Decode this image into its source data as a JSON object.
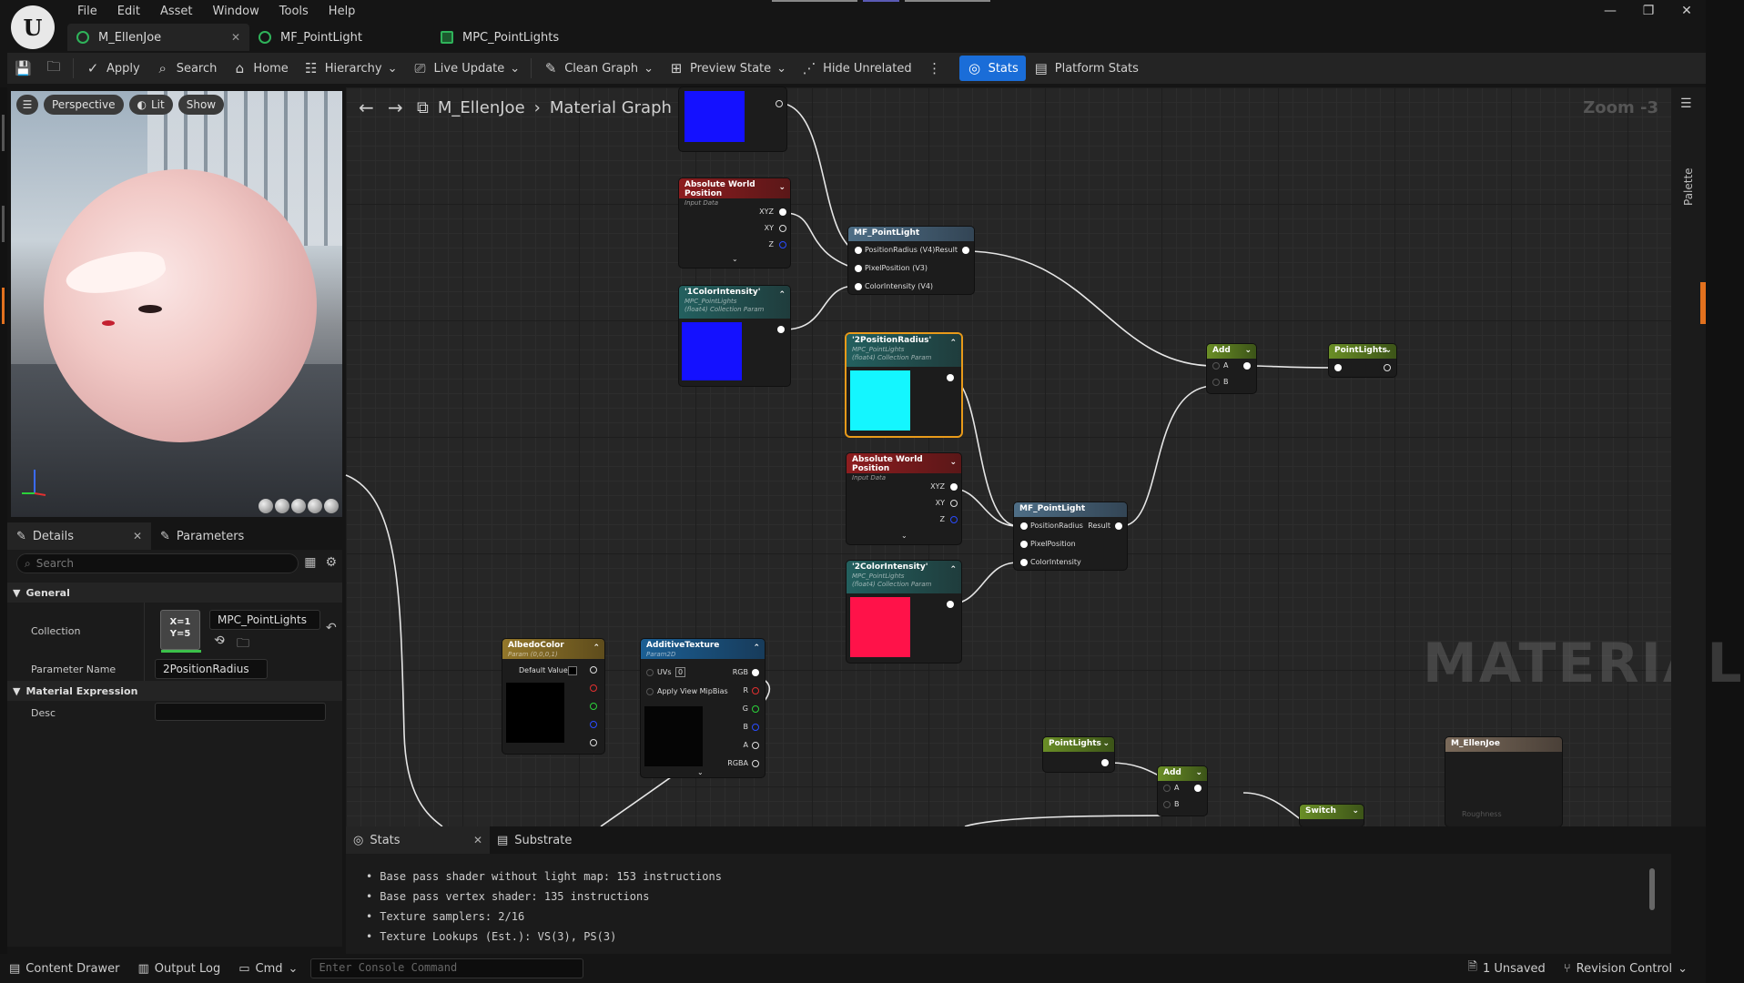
{
  "menu": [
    "File",
    "Edit",
    "Asset",
    "Window",
    "Tools",
    "Help"
  ],
  "tabs": [
    {
      "label": "M_EllenJoe",
      "active": true
    },
    {
      "label": "MF_PointLight",
      "active": false
    },
    {
      "label": "MPC_PointLights",
      "active": false
    }
  ],
  "window_controls": {
    "minimize": "—",
    "maximize": "❐",
    "close": "✕"
  },
  "toolbar": {
    "apply": "Apply",
    "search": "Search",
    "home": "Home",
    "hierarchy": "Hierarchy",
    "live_update": "Live Update",
    "clean_graph": "Clean Graph",
    "preview_state": "Preview State",
    "hide_unrelated": "Hide Unrelated",
    "stats": "Stats",
    "platform_stats": "Platform Stats"
  },
  "viewport": {
    "perspective": "Perspective",
    "lit": "Lit",
    "show": "Show"
  },
  "details": {
    "tab_details": "Details",
    "tab_parameters": "Parameters",
    "search_placeholder": "Search",
    "section_general": "General",
    "collection_label": "Collection",
    "collection_value": "MPC_PointLights",
    "collection_thumb": "X=1 Y=5",
    "param_name_label": "Parameter Name",
    "param_name_value": "2PositionRadius",
    "section_material_expression": "Material Expression",
    "desc_label": "Desc"
  },
  "graph": {
    "breadcrumb_asset": "M_EllenJoe",
    "breadcrumb_graph": "Material Graph",
    "zoom": "Zoom -3",
    "palette": "Palette",
    "watermark": "MATERIAL",
    "nodes": {
      "awp1": {
        "title": "Absolute World Position",
        "sub": "Input Data",
        "pins": [
          "XYZ",
          "XY",
          "Z"
        ]
      },
      "mf1": {
        "title": "MF_PointLight",
        "in": [
          "PositionRadius (V4)",
          "PixelPosition (V3)",
          "ColorIntensity (V4)"
        ],
        "out": "Result"
      },
      "ci1": {
        "title": "'1ColorIntensity'",
        "sub1": "MPC_PointLights",
        "sub2": "(float4) Collection Param"
      },
      "pr2": {
        "title": "'2PositionRadius'",
        "sub1": "MPC_PointLights",
        "sub2": "(float4) Collection Param"
      },
      "awp2": {
        "title": "Absolute World Position",
        "sub": "Input Data",
        "pins": [
          "XYZ",
          "XY",
          "Z"
        ]
      },
      "mf2": {
        "title": "MF_PointLight",
        "in": [
          "PositionRadius",
          "PixelPosition",
          "ColorIntensity"
        ],
        "out": "Result"
      },
      "ci2": {
        "title": "'2ColorIntensity'",
        "sub1": "MPC_PointLights",
        "sub2": "(float4) Collection Param"
      },
      "add1": {
        "title": "Add",
        "a": "A",
        "b": "B"
      },
      "pl1": {
        "title": "PointLights"
      },
      "albedo": {
        "title": "AlbedoColor",
        "sub": "Param (0,0,0,1)",
        "default": "Default Value"
      },
      "additive": {
        "title": "AdditiveTexture",
        "sub": "Param2D",
        "uvs": "UVs",
        "uvs_val": "0",
        "mip": "Apply View MipBias",
        "pins": [
          "RGB",
          "R",
          "G",
          "B",
          "A",
          "RGBA"
        ]
      },
      "pl2": {
        "title": "PointLights"
      },
      "add2": {
        "title": "Add",
        "a": "A",
        "b": "B"
      },
      "switch": {
        "title": "Switch"
      },
      "mout": {
        "title": "M_EllenJoe",
        "sub": "Roughness"
      }
    }
  },
  "colors": {
    "swatch_blue": "#1411ff",
    "swatch_cyan": "#14f6ff",
    "swatch_red": "#ff1249",
    "stats_accent": "#1a6dd8"
  },
  "stats": {
    "tab_stats": "Stats",
    "tab_substrate": "Substrate",
    "lines": [
      "Base pass shader without light map: 153 instructions",
      "Base pass vertex shader: 135 instructions",
      "Texture samplers: 2/16",
      "Texture Lookups (Est.): VS(3), PS(3)"
    ]
  },
  "statusbar": {
    "content_drawer": "Content Drawer",
    "output_log": "Output Log",
    "cmd": "Cmd",
    "console_placeholder": "Enter Console Command",
    "unsaved": "1 Unsaved",
    "revision_control": "Revision Control"
  }
}
